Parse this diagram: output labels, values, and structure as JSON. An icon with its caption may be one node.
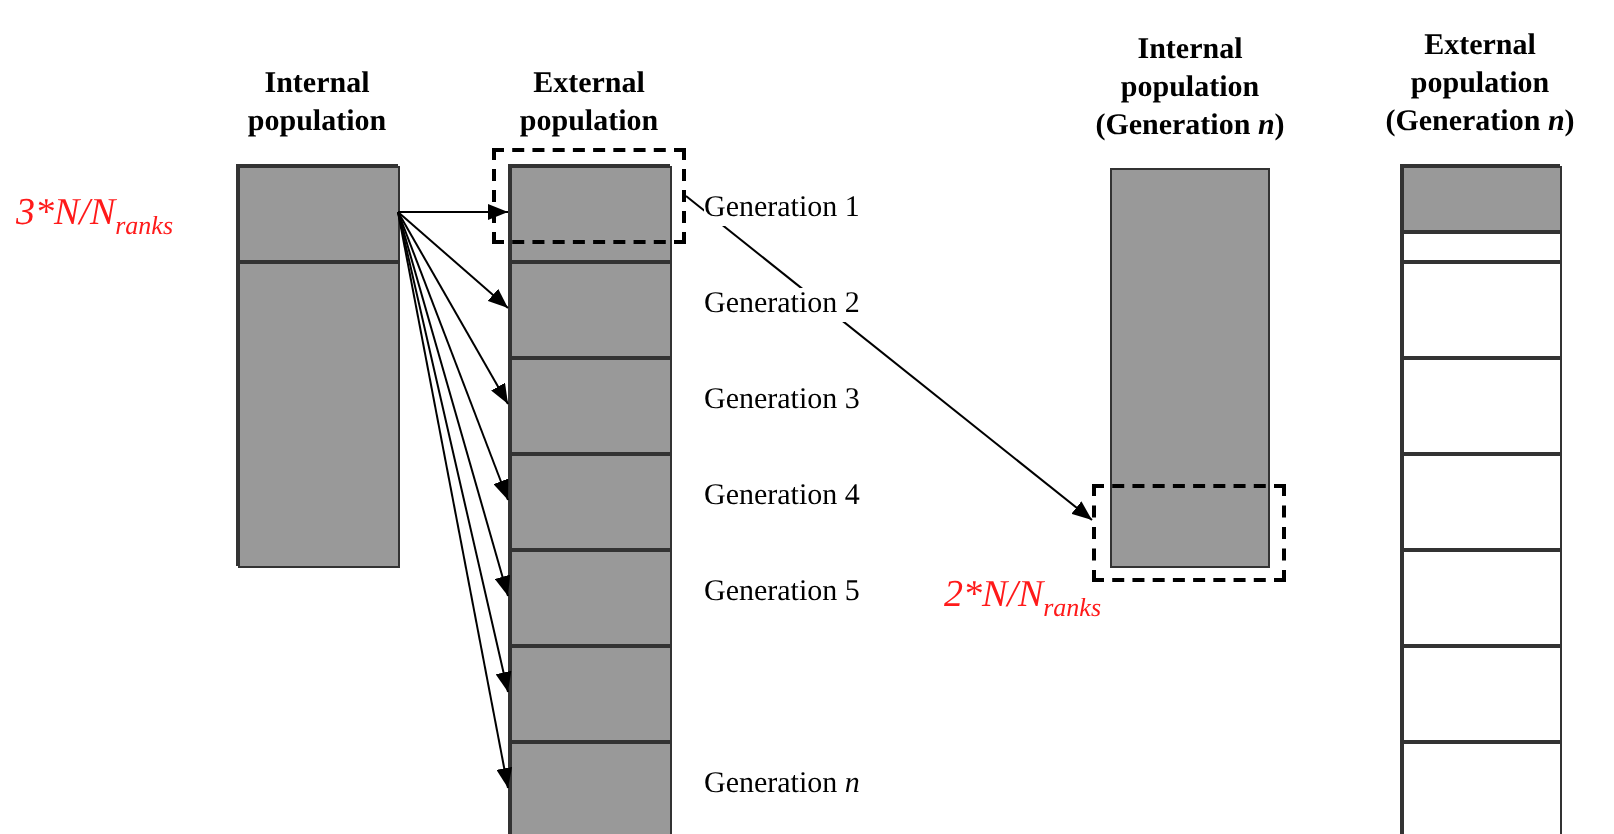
{
  "diagram": {
    "nodes": [
      {
        "text": [
          "Internal population"
        ]
      },
      {
        "text": [],
        "shape": "box",
        "in": 0,
        "beside": [
          "3*N/N$_{ranks}$"
        ]
      },
      {
        "text": [],
        "shape": "box",
        "in": 0
      },
      {
        "text": [
          "External population"
        ]
      },
      {
        "text": [],
        "shape": "box",
        "in": 3,
        "beside": [
          "Generation 1"
        ]
      },
      {
        "text": [],
        "shape": "box",
        "in": 3,
        "beside": [
          "Generation 2"
        ]
      },
      {
        "text": [],
        "shape": "box",
        "in": 3,
        "beside": [
          "Generation 3"
        ]
      },
      {
        "text": [],
        "shape": "box",
        "in": 3,
        "beside": [
          "Generation 4"
        ]
      },
      {
        "text": [],
        "shape": "box",
        "in": 3,
        "beside": [
          "Generation 5"
        ]
      },
      {
        "text": [],
        "shape": "box",
        "in": 3
      },
      {
        "text": [],
        "shape": "box",
        "in": 3,
        "beside": [
          "Generation *n*"
        ]
      },
      {
        "text": [],
        "shape": "box"
      },
      {
        "text": [
          "Internal population (Generation *n*)"
        ]
      },
      {
        "text": [],
        "shape": "box",
        "beside": [
          "2*N/N$_{ranks}$"
        ]
      },
      {
        "text": [
          "External population (Generation *n*)"
        ]
      },
      {
        "text": [],
        "shape": "box",
        "in": 14
      },
      {
        "text": [],
        "shape": "box",
        "in": 14
      },
      {
        "text": [],
        "shape": "box",
        "in": 14
      },
      {
        "text": [],
        "shape": "box",
        "in": 14
      },
      {
        "text": [],
        "shape": "box",
        "in": 14
      },
      {
        "text": [],
        "shape": "box",
        "in": 14
      },
      {
        "text": [],
        "shape": "box",
        "in": 14
      },
      {
        "text": [],
        "shape": "box",
        "in": 14
      }
    ],
    "edges": [
      {
        "from": 1,
        "to": 4,
        "arrow": "to"
      },
      {
        "from": 1,
        "to": 5,
        "arrow": "to"
      },
      {
        "from": 1,
        "to": 6,
        "arrow": "to"
      },
      {
        "from": 1,
        "to": 7,
        "arrow": "to"
      },
      {
        "from": 1,
        "to": 8,
        "arrow": "to"
      },
      {
        "from": 1,
        "to": 9,
        "arrow": "to"
      },
      {
        "from": 1,
        "to": 10,
        "arrow": "to"
      },
      {
        "from": 11,
        "to": 13,
        "arrow": "to"
      }
    ]
  }
}
